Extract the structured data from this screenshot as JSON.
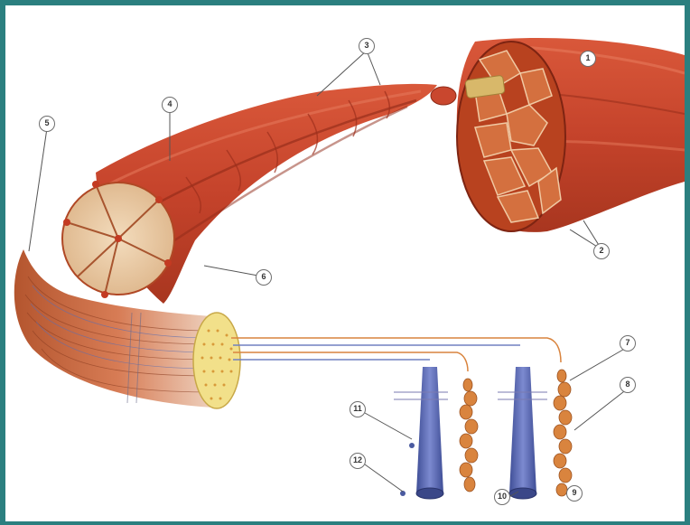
{
  "labels": {
    "l1": "1",
    "l2": "2",
    "l3": "3",
    "l4": "4",
    "l5": "5",
    "l6": "6",
    "l7": "7",
    "l8": "8",
    "l9": "9",
    "l10": "10",
    "l11": "11",
    "l12": "12"
  },
  "colors": {
    "frame": "#2b7f7f",
    "muscle": "#c9472e",
    "muscle_dark": "#9e2f1c",
    "fascicle_section": "#e8c39a",
    "myofibril_blue": "#5d6db0",
    "myofilament_orange": "#d9843e",
    "background": "#ffffff"
  }
}
